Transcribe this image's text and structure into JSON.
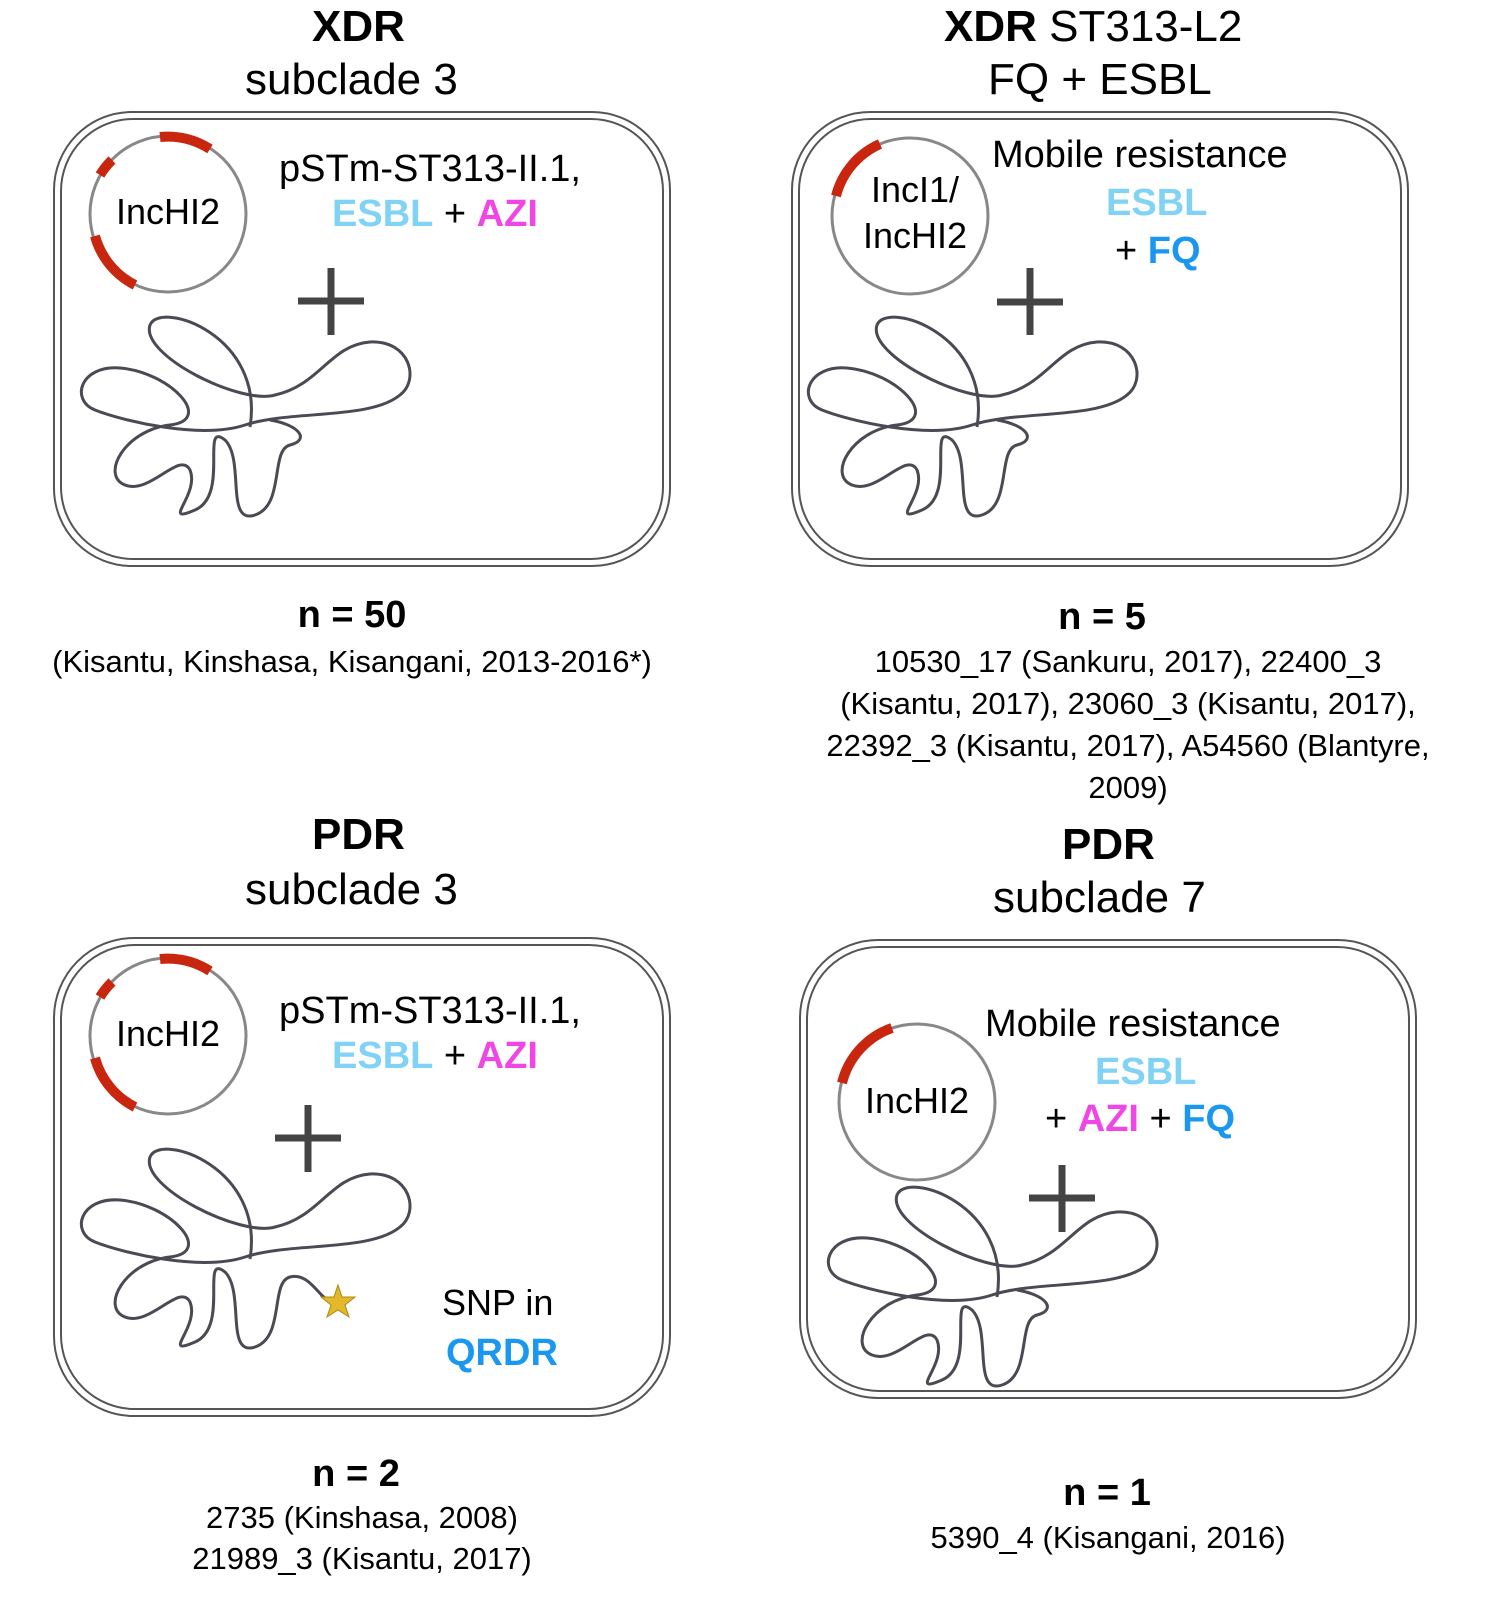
{
  "panels": [
    {
      "title_bold": "XDR",
      "title_rest": "",
      "subtitle": "subclade 3",
      "plasmid_label": "IncHI2",
      "line1": "pSTm-ST313-II.1,",
      "esbl": "ESBL",
      "plus1": " + ",
      "azi": "AZI",
      "count": "n = 50",
      "location": "(Kisantu, Kinshasa, Kisangani, 2013-2016*)"
    },
    {
      "title_bold": "XDR",
      "title_rest": " ST313-L2",
      "subtitle": "FQ + ESBL",
      "plasmid_label_1": "IncI1/",
      "plasmid_label_2": "IncHI2",
      "line1": "Mobile resistance",
      "esbl": "ESBL",
      "plus_fq_prefix": "+ ",
      "fq": "FQ",
      "count": "n = 5",
      "location_lines": [
        "10530_17 (Sankuru, 2017), 22400_3",
        "(Kisantu, 2017), 23060_3 (Kisantu, 2017),",
        "22392_3 (Kisantu, 2017), A54560 (Blantyre,",
        "2009)"
      ]
    },
    {
      "title_bold": "PDR",
      "subtitle": "subclade 3",
      "plasmid_label": "IncHI2",
      "line1": "pSTm-ST313-II.1,",
      "esbl": "ESBL",
      "plus1": " + ",
      "azi": "AZI",
      "snp_line1": "SNP in",
      "snp_line2": "QRDR",
      "count": "n = 2",
      "location_lines": [
        "2735 (Kinshasa, 2008)",
        "21989_3 (Kisantu, 2017)"
      ]
    },
    {
      "title_bold": "PDR",
      "subtitle": "subclade 7",
      "plasmid_label": "IncHI2",
      "line1": "Mobile resistance",
      "esbl": "ESBL",
      "plus_a": "+ ",
      "azi": "AZI",
      "plus_b": " + ",
      "fq": "FQ",
      "count": "n = 1",
      "location": "5390_4 (Kisangani, 2016)"
    }
  ],
  "colors": {
    "esbl": "#80d3f5",
    "azi": "#f046e5",
    "fq": "#1a98f0",
    "plasmid_arc": "#c9260f",
    "chromosome": "#4a4a55",
    "snp_star": "#e3b82a"
  }
}
